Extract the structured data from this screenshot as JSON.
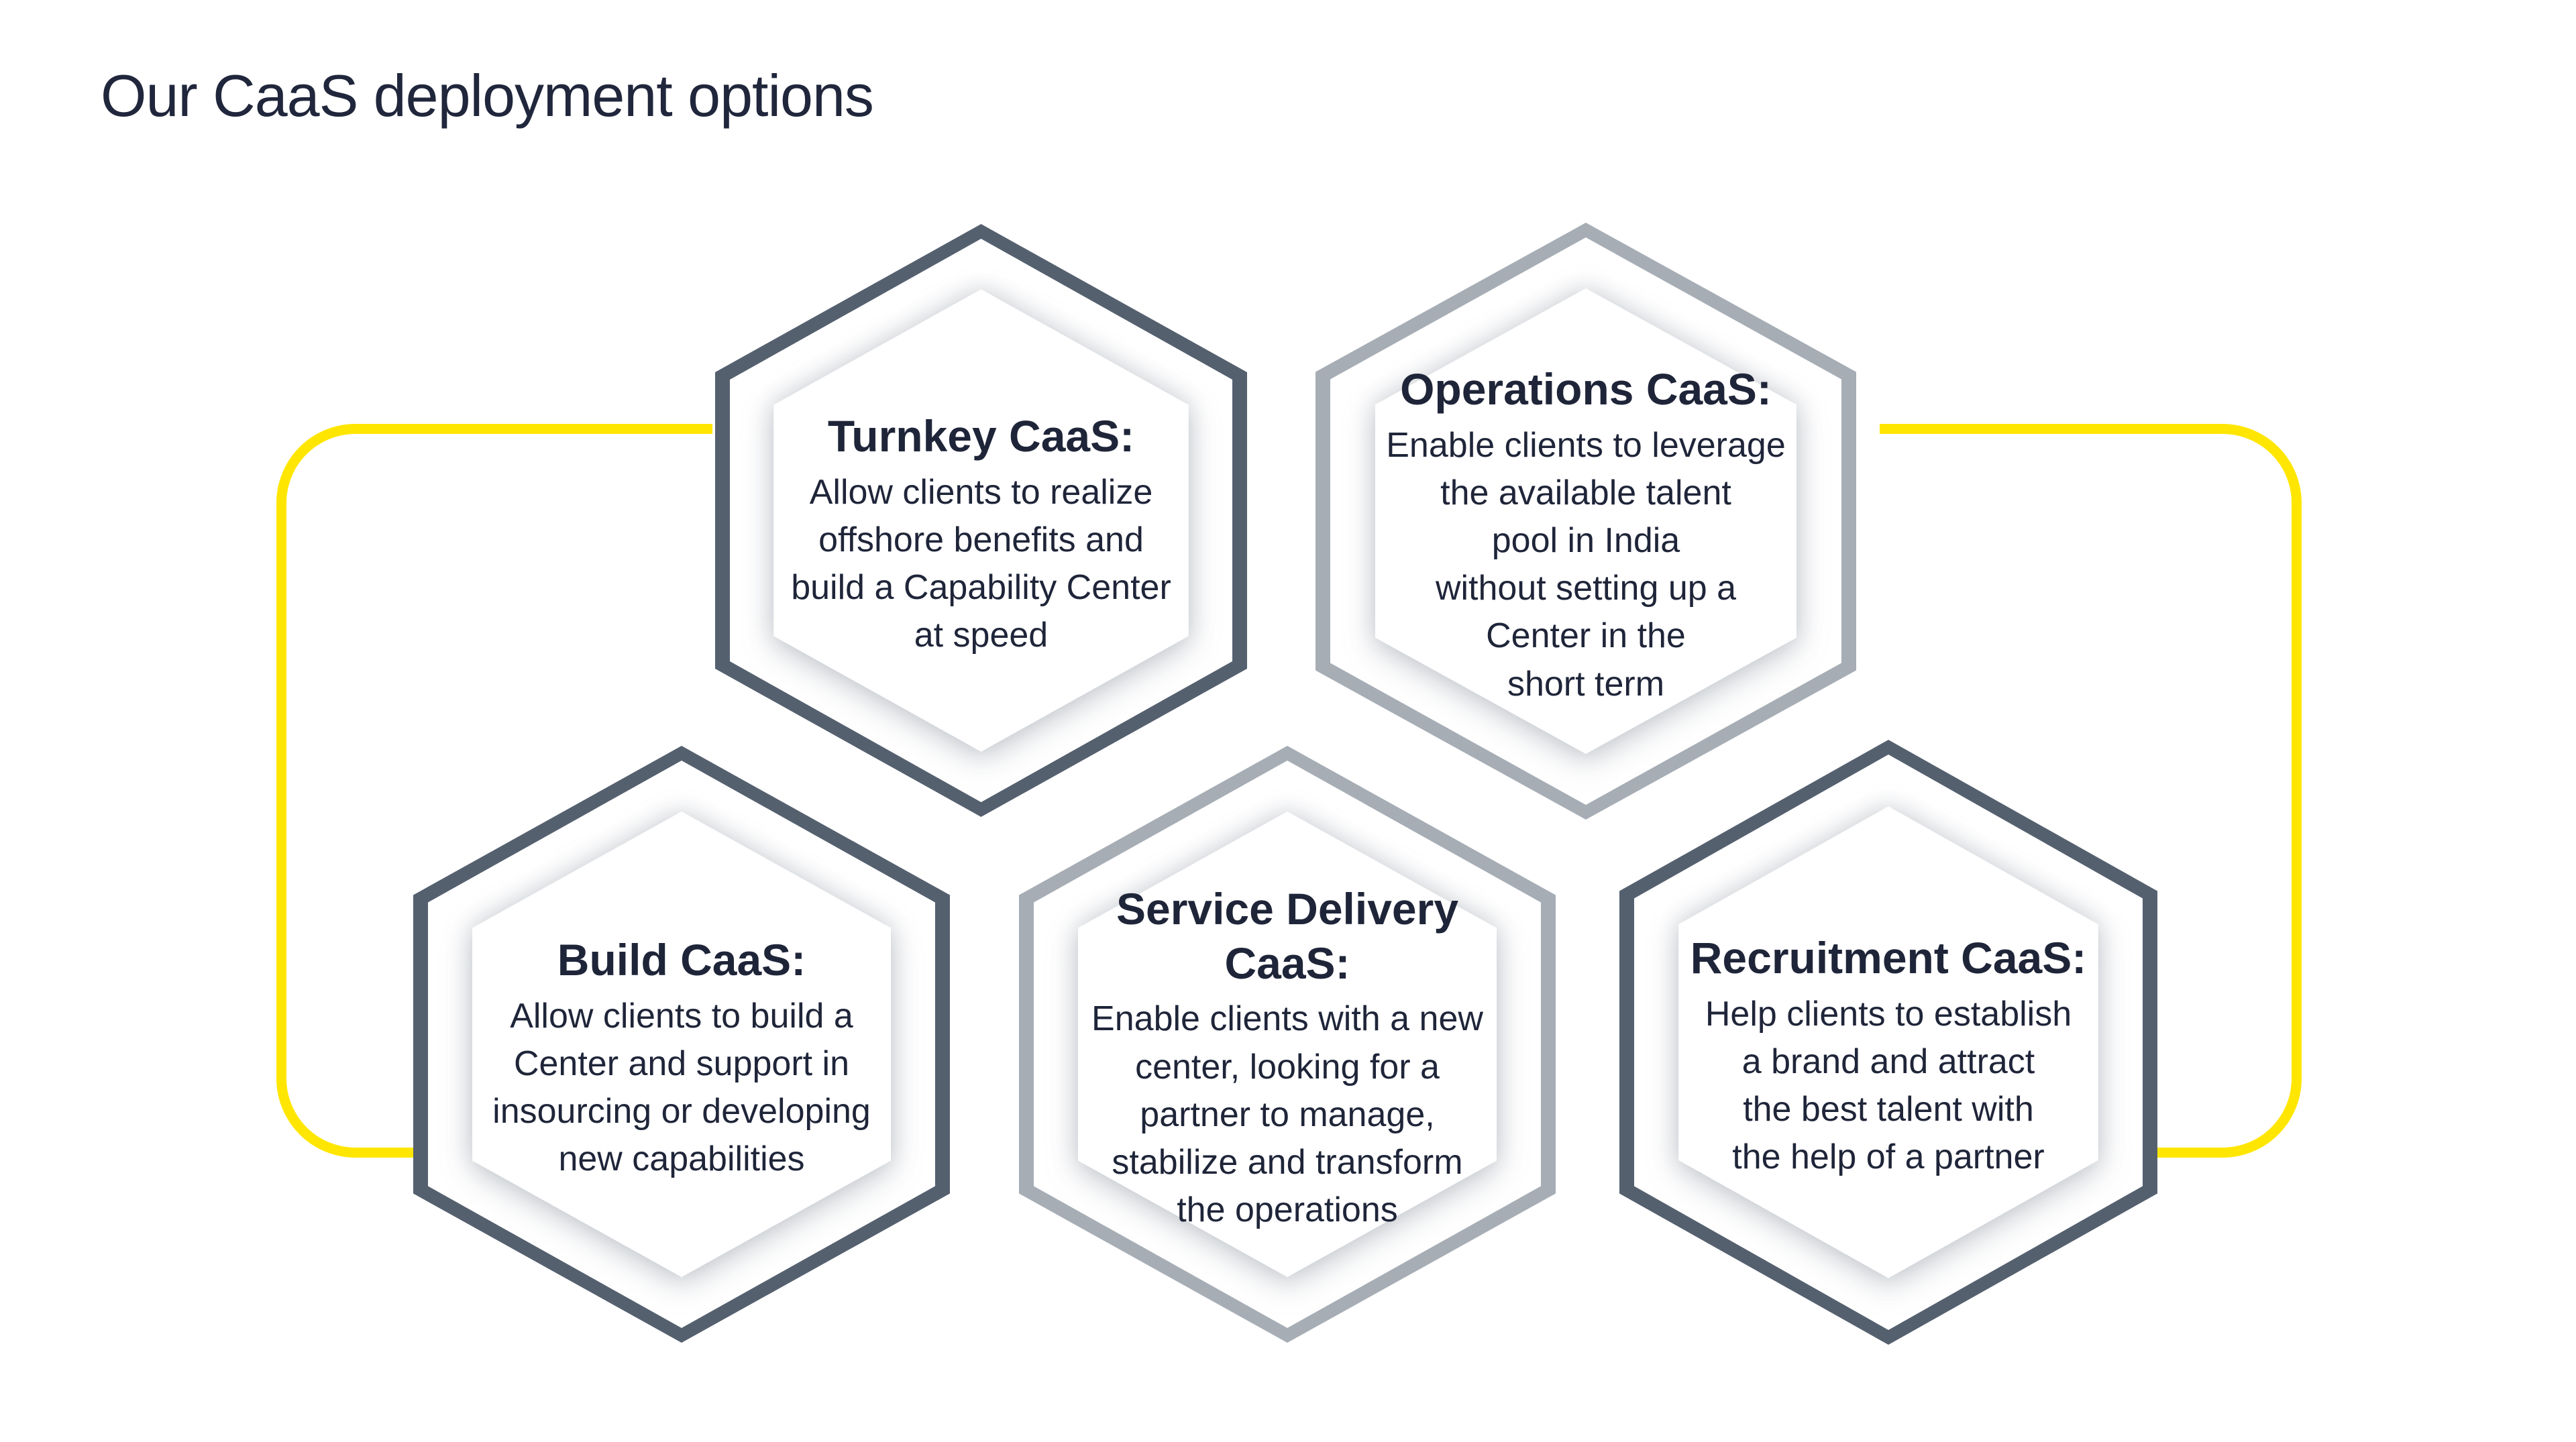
{
  "page": {
    "title": "Our CaaS deployment options"
  },
  "connector": {
    "shape": "rounded-rectangle-loop",
    "color": "#ffe600"
  },
  "colors": {
    "background": "#ffffff",
    "dark_hexagon_border": "#55606f",
    "light_hexagon_border": "#a6adb5",
    "accent_yellow": "#ffe600",
    "text": "#1f2539"
  },
  "hexagons": [
    {
      "id": "turnkey",
      "variant": "dark",
      "title": "Turnkey CaaS:",
      "body": "Allow clients to realize\noffshore benefits and\nbuild a Capability Center\nat speed"
    },
    {
      "id": "operations",
      "variant": "light",
      "title": "Operations CaaS:",
      "body": "Enable clients to leverage\nthe available talent\npool in India\nwithout setting up a\nCenter in the\nshort term"
    },
    {
      "id": "build",
      "variant": "dark",
      "title": "Build CaaS:",
      "body": "Allow clients to build a\nCenter and support in\ninsourcing or developing\nnew capabilities"
    },
    {
      "id": "service-delivery",
      "variant": "light",
      "title": "Service Delivery\nCaaS:",
      "body": "Enable clients with a new\ncenter, looking for a\npartner to manage,\nstabilize and transform\nthe operations"
    },
    {
      "id": "recruitment",
      "variant": "dark",
      "title": "Recruitment CaaS:",
      "body": "Help clients to establish\na brand and attract\nthe best talent with\nthe help of a partner"
    }
  ]
}
